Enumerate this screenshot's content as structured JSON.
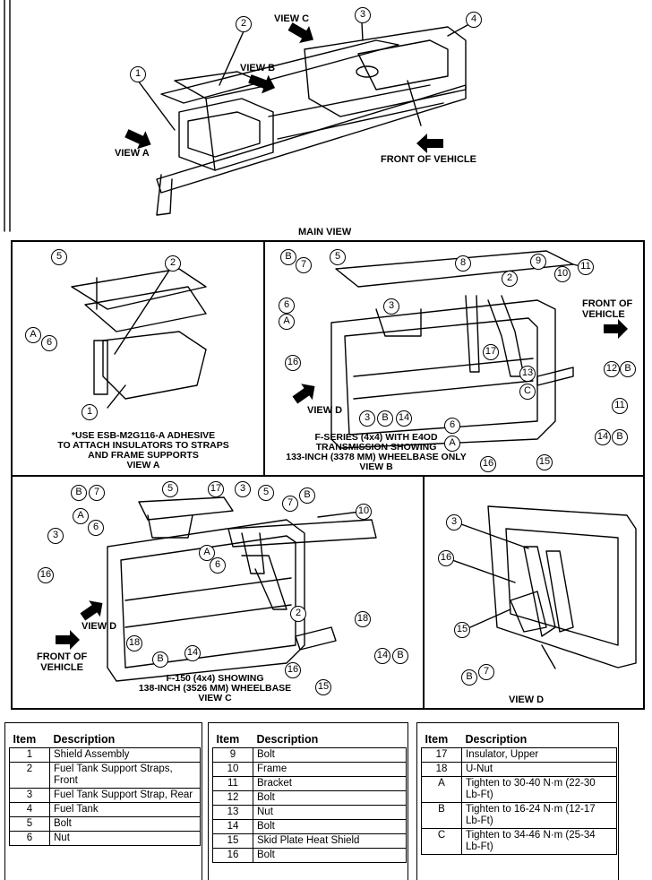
{
  "main_view": {
    "view_c": "VIEW C",
    "view_b": "VIEW B",
    "view_a": "VIEW A",
    "front_of_vehicle": "FRONT OF VEHICLE",
    "title": "MAIN VIEW",
    "callouts": [
      "1",
      "2",
      "3",
      "4"
    ]
  },
  "panel_view_a": {
    "note_line1": "*USE ESB-M2G116-A ADHESIVE",
    "note_line2": "TO ATTACH INSULATORS TO STRAPS",
    "note_line3": "AND FRAME SUPPORTS",
    "view_label": "VIEW A",
    "callouts": [
      "5",
      "2",
      "A",
      "6",
      "1"
    ]
  },
  "panel_view_b": {
    "caption_line1": "F-SERIES (4x4) WITH E4OD",
    "caption_line2": "TRANSMISSION SHOWING",
    "caption_line3": "133-INCH (3378 MM) WHEELBASE ONLY",
    "view_label": "VIEW B",
    "view_d": "VIEW D",
    "front_of_vehicle_line1": "FRONT OF",
    "front_of_vehicle_line2": "VEHICLE",
    "callouts": [
      "B",
      "7",
      "5",
      "8",
      "9",
      "10",
      "11",
      "6",
      "A",
      "3",
      "2",
      "17",
      "13",
      "C",
      "12",
      "B",
      "11",
      "16",
      "3",
      "B",
      "14",
      "6",
      "A",
      "16",
      "15",
      "14",
      "B"
    ]
  },
  "panel_view_c": {
    "caption_line1": "F-150 (4x4) SHOWING",
    "caption_line2": "138-INCH (3526 MM) WHEELBASE",
    "view_label": "VIEW C",
    "view_d": "VIEW D",
    "front_of_vehicle_line1": "FRONT OF",
    "front_of_vehicle_line2": "VEHICLE",
    "callouts": [
      "B",
      "7",
      "5",
      "17",
      "3",
      "5",
      "7",
      "B",
      "A",
      "6",
      "10",
      "3",
      "A",
      "6",
      "16",
      "2",
      "18",
      "18",
      "B",
      "14",
      "16",
      "14",
      "B",
      "15"
    ]
  },
  "panel_view_d": {
    "view_label": "VIEW D",
    "callouts": [
      "3",
      "16",
      "15",
      "B",
      "7"
    ]
  },
  "table": {
    "header_item": "Item",
    "header_description": "Description",
    "col1": [
      {
        "item": "1",
        "description": "Shield Assembly"
      },
      {
        "item": "2",
        "description": "Fuel Tank Support Straps, Front"
      },
      {
        "item": "3",
        "description": "Fuel Tank Support Strap, Rear"
      },
      {
        "item": "4",
        "description": "Fuel Tank"
      },
      {
        "item": "5",
        "description": "Bolt"
      },
      {
        "item": "6",
        "description": "Nut"
      }
    ],
    "col2": [
      {
        "item": "9",
        "description": "Bolt"
      },
      {
        "item": "10",
        "description": "Frame"
      },
      {
        "item": "11",
        "description": "Bracket"
      },
      {
        "item": "12",
        "description": "Bolt"
      },
      {
        "item": "13",
        "description": "Nut"
      },
      {
        "item": "14",
        "description": "Bolt"
      },
      {
        "item": "15",
        "description": "Skid Plate Heat Shield"
      },
      {
        "item": "16",
        "description": "Bolt"
      }
    ],
    "col3": [
      {
        "item": "17",
        "description": "Insulator, Upper"
      },
      {
        "item": "18",
        "description": "U-Nut"
      },
      {
        "item": "A",
        "description": "Tighten to 30-40 N·m (22-30 Lb-Ft)"
      },
      {
        "item": "B",
        "description": "Tighten to 16-24 N·m (12-17 Lb-Ft)"
      },
      {
        "item": "C",
        "description": "Tighten to 34-46 N·m (25-34 Lb-Ft)"
      }
    ]
  },
  "colors": {
    "ink": "#000000",
    "paper": "#ffffff"
  }
}
